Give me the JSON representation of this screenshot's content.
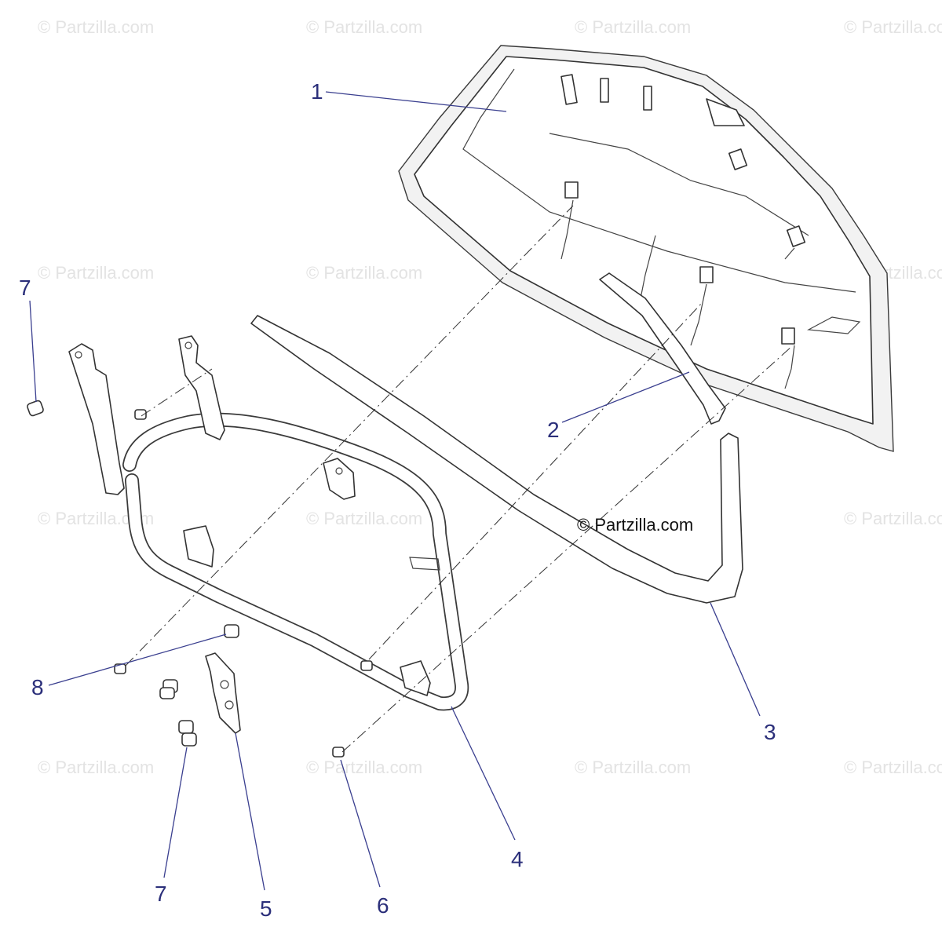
{
  "watermark": {
    "text": "© Partzilla.com",
    "color": "#e3e3e3"
  },
  "center_watermark": "© Partzilla.com",
  "callouts": {
    "c1": "1",
    "c2": "2",
    "c3": "3",
    "c4": "4",
    "c5": "5",
    "c6": "6",
    "c7a": "7",
    "c7b": "7",
    "c8": "8"
  },
  "colors": {
    "callout": "#2b2f7a",
    "leader": "#3a3f8f",
    "line": "#333333"
  }
}
